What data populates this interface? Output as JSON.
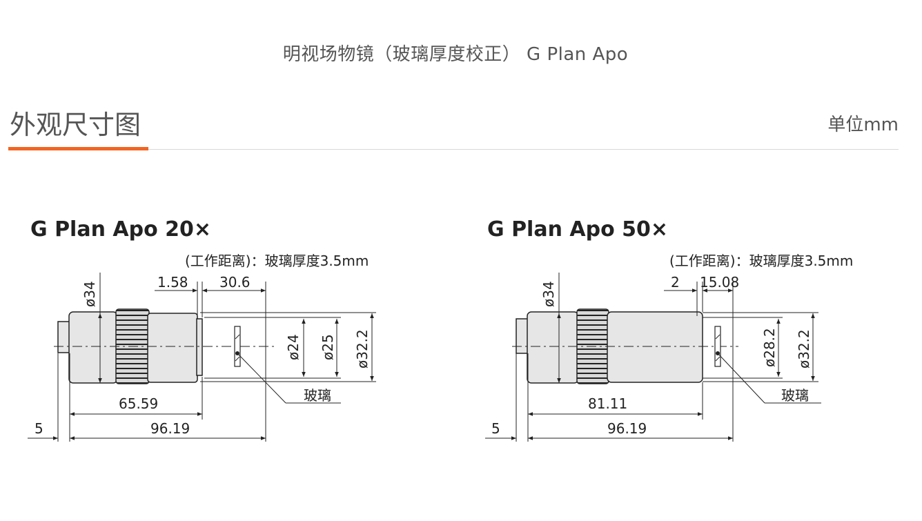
{
  "page_title": "明视场物镜（玻璃厚度校正） G Plan Apo",
  "section_title": "外观尺寸图",
  "unit_label": "单位mm",
  "colors": {
    "accent": "#f26522",
    "body": "#e6e6e6",
    "stroke": "#222222"
  },
  "diagrams": [
    {
      "model": "G Plan Apo 20×",
      "note": "(工作距离)：玻璃厚度3.5mm",
      "dims": {
        "thread_dia": "ø34",
        "offset": "1.58",
        "working_distance": "30.6",
        "fov_a": "ø24",
        "fov_b": "ø25",
        "outer_dia": "ø32.2",
        "parfocal": "65.59",
        "mount": "5",
        "total": "96.19"
      },
      "glass_label": "玻璃"
    },
    {
      "model": "G Plan Apo 50×",
      "note": "(工作距离)：玻璃厚度3.5mm",
      "dims": {
        "thread_dia": "ø34",
        "offset": "2",
        "working_distance": "15.08",
        "fov_a": "ø28.2",
        "outer_dia": "ø32.2",
        "parfocal": "81.11",
        "mount": "5",
        "total": "96.19"
      },
      "glass_label": "玻璃"
    }
  ]
}
